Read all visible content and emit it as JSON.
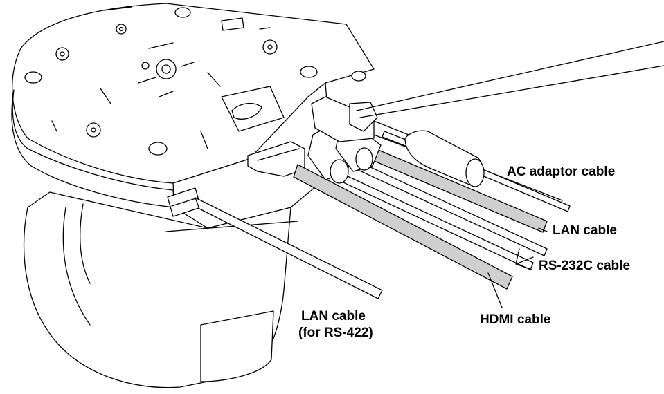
{
  "labels": {
    "ac_adaptor": "AC adaptor cable",
    "lan": "LAN cable",
    "rs232c": "RS-232C cable",
    "hdmi": "HDMI cable",
    "lan_rs422_line1": "LAN cable",
    "lan_rs422_line2": "(for RS-422)"
  },
  "colors": {
    "line": "#000000",
    "cable_gray": "#cfcfcf",
    "body_fill": "#ffffff"
  }
}
